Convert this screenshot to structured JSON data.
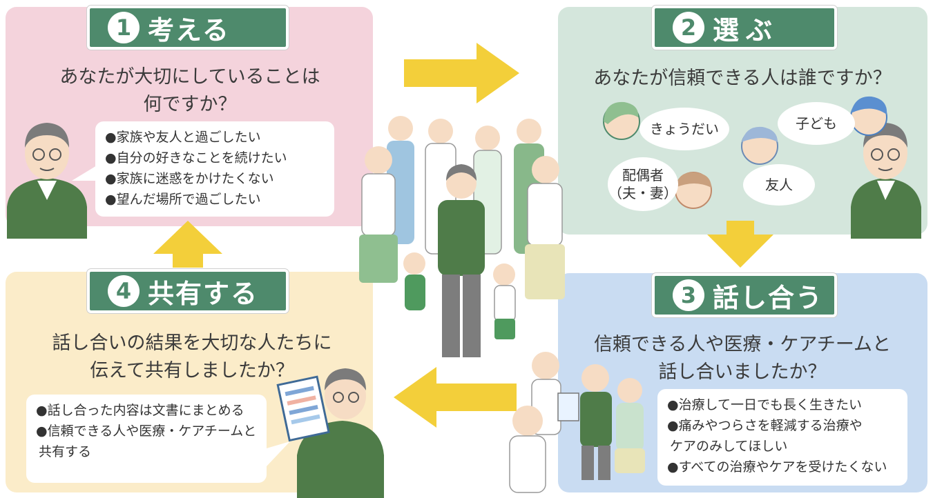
{
  "steps": [
    {
      "num": "1",
      "title": "考える",
      "question": "あなたが大切にしていることは\n何ですか？",
      "items": [
        "●家族や友人と過ごしたい",
        "●自分の好きなことを続けたい",
        "●家族に迷惑をかけたくない",
        "●望んだ場所で過ごしたい"
      ]
    },
    {
      "num": "2",
      "title": "選ぶ",
      "question": "あなたが信頼できる人は誰ですか？",
      "bubbles": [
        "きょうだい",
        "子ども",
        "配偶者",
        "（夫・妻）",
        "友人"
      ]
    },
    {
      "num": "3",
      "title": "話し合う",
      "question": "信頼できる人や医療・ケアチームと\n話し合いましたか？",
      "items": [
        "●治療して一日でも長く生きたい",
        "●痛みやつらさを軽減する治療や",
        "ケアのみしてほしい",
        "●すべての治療やケアを受けたくない"
      ]
    },
    {
      "num": "4",
      "title": "共有する",
      "question": "話し合いの結果を大切な人たちに\n伝えて共有しましたか？",
      "items": [
        "●話し合った内容は文書にまとめる",
        "●信頼できる人や医療・ケアチームと",
        "共有する"
      ]
    }
  ],
  "colors": {
    "step1": "#f4d3dc",
    "step2": "#d4e6dc",
    "step3": "#c9dcf2",
    "step4": "#fbecc9",
    "tag": "#4e8a6c",
    "arrow": "#f3cf3a",
    "sweater": "#4f7c49",
    "hair": "#7b7b7b"
  }
}
